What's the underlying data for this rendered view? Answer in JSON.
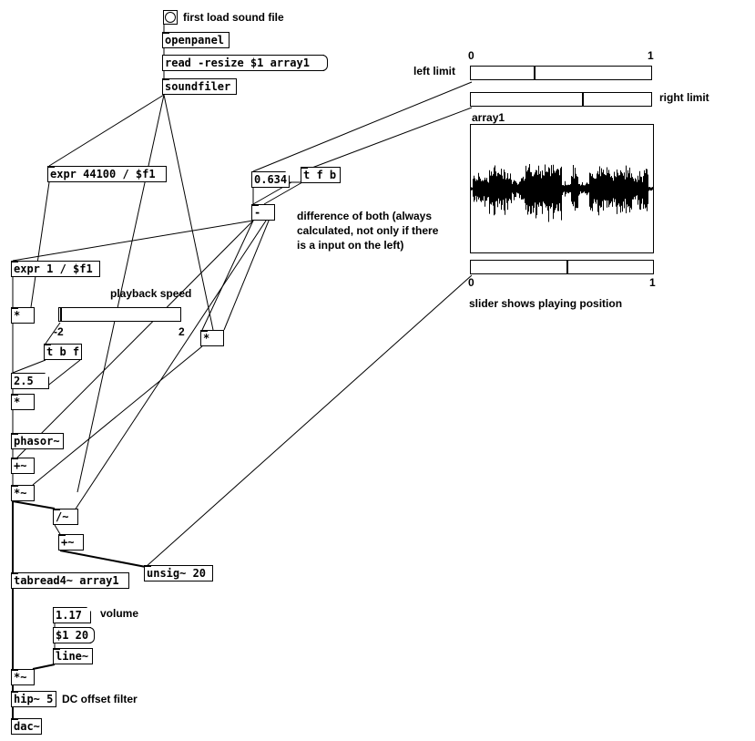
{
  "patch": {
    "bang_label": "first load sound file",
    "objects": {
      "openpanel": "openpanel",
      "read_msg": "read -resize $1 array1",
      "soundfiler": "soundfiler",
      "expr_sr": "expr 44100 / $f1",
      "tfb_top": "t f b",
      "num_diff": "0.634",
      "minus": "-",
      "expr_inv": "expr 1 / $f1",
      "mul1": "*",
      "tbf": "t b f",
      "num_speed": "2.5",
      "mul2": "*",
      "mul_right": "*",
      "phasor": "phasor~",
      "plus_sig1": "+~",
      "mul_sig1": "*~",
      "div_sig": "/~",
      "plus_sig2": "+~",
      "unsig": "unsig~ 20",
      "tabread": "tabread4~ array1",
      "num_vol": "1.17",
      "msg_line": "$1 20",
      "line": "line~",
      "mul_sig2": "*~",
      "hip": "hip~ 5",
      "dac": "dac~"
    },
    "labels": {
      "playback_speed": "playback speed",
      "speed_min": "-2",
      "speed_max": "2",
      "left_limit": "left limit",
      "right_limit": "right limit",
      "array_name": "array1",
      "difference_note_1": "difference of both (always",
      "difference_note_2": "calculated, not only if there",
      "difference_note_3": "is a input on the left)",
      "volume": "volume",
      "dc_offset": "DC offset filter",
      "slider_note": "slider shows playing position",
      "left_min": "0",
      "left_max": "1",
      "pos_min": "0",
      "pos_max": "1"
    },
    "sliders": {
      "playback_speed": 0.01,
      "left_limit": 0.35,
      "right_limit": 0.62,
      "playing_position": 0.53
    }
  }
}
